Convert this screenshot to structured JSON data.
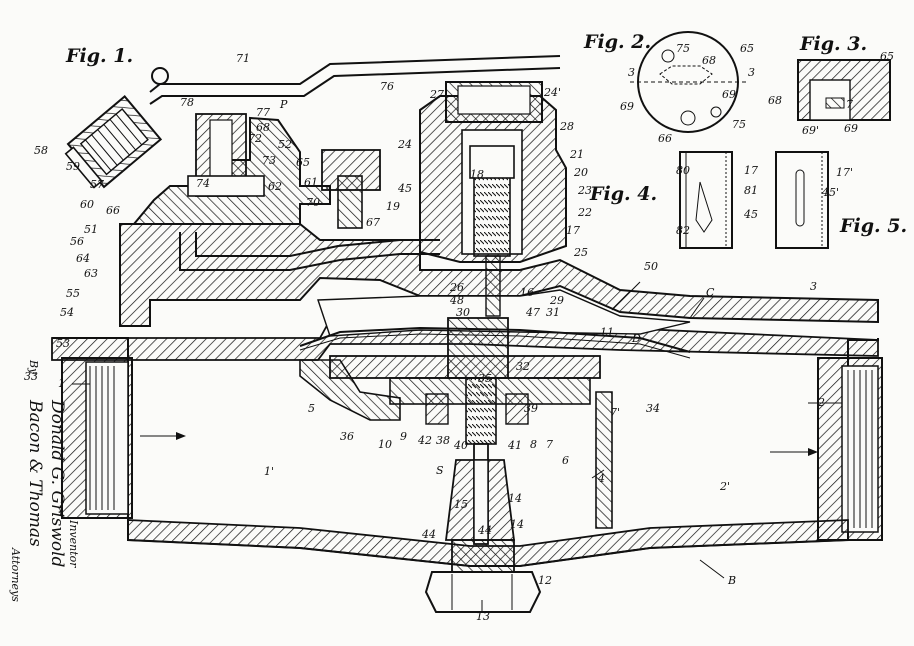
{
  "figure_titles": {
    "fig1": "Fig. 1.",
    "fig2": "Fig. 2.",
    "fig3": "Fig. 3.",
    "fig4": "Fig. 4.",
    "fig5": "Fig. 5."
  },
  "inventor": {
    "name": "Donald G. Griswold",
    "role_inventor": "Inventor",
    "by": "By",
    "attorneys": "Bacon & Thomas",
    "role_attorneys": "Attorneys"
  },
  "labels": {
    "l71": "71",
    "l76": "76",
    "l78": "78",
    "l77": "77",
    "l68": "68",
    "lP": "P",
    "l52": "52",
    "l73": "73",
    "l72": "72",
    "l65": "65",
    "l62": "62",
    "l61": "61",
    "l70": "70",
    "l67": "67",
    "l74": "74",
    "l58": "58",
    "l59": "59",
    "l57": "57",
    "l60": "60",
    "l66": "66",
    "l51": "51",
    "l56": "56",
    "l64": "64",
    "l63": "63",
    "l55": "55",
    "l54": "54",
    "l53": "53",
    "l1": "1",
    "l5": "5",
    "l36": "36",
    "l10": "10",
    "l9": "9",
    "l42": "42",
    "l38": "38",
    "l40": "40",
    "l41": "41",
    "l8": "8",
    "l7": "7",
    "l6": "6",
    "l34": "34",
    "l7p": "7'",
    "l2": "2",
    "l1p": "1'",
    "lS": "S",
    "l15": "15",
    "l14a": "14",
    "l14b": "14",
    "l44a": "44",
    "l44b": "44",
    "l12": "12",
    "l13": "13",
    "lB": "B",
    "l4": "4",
    "l2p": "2'",
    "l3": "3",
    "lC": "C",
    "l50": "50",
    "lD": "D",
    "l11": "11",
    "l31": "31",
    "l32": "32",
    "l35": "35",
    "l39": "39",
    "l30": "30",
    "l47": "47",
    "l48": "48",
    "l29": "29",
    "l26": "26",
    "l16": "16",
    "l25": "25",
    "l17": "17",
    "l22": "22",
    "l23": "23",
    "l20": "20",
    "l21": "21",
    "l28": "28",
    "l24p": "24'",
    "l27": "27",
    "l24": "24",
    "l18": "18",
    "l19": "19",
    "l45": "45",
    "l33": "33",
    "f2_75a": "75",
    "f2_68": "68",
    "f2_65": "65",
    "f2_3a": "3",
    "f2_3b": "3",
    "f2_69a": "69",
    "f2_69b": "69",
    "f2_66": "66",
    "f2_75b": "75",
    "f3_65": "65",
    "f3_68": "68",
    "f3_69p": "69'",
    "f3_69": "69",
    "f3_7": "7",
    "f4_80": "80",
    "f4_17": "17",
    "f4_81": "81",
    "f4_45": "45",
    "f4_82": "82",
    "f5_17p": "17'",
    "f5_45p": "45'"
  }
}
